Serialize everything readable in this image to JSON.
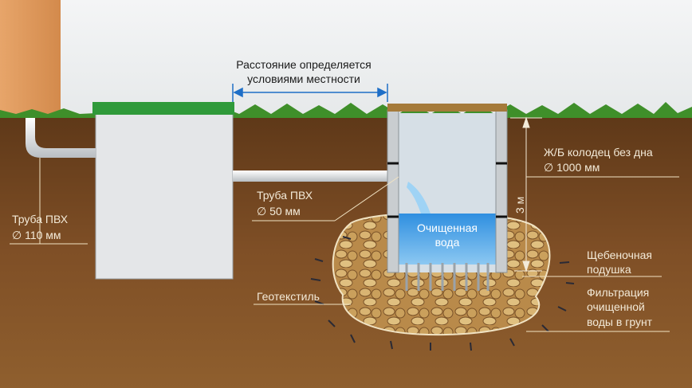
{
  "title_note": {
    "line1": "Расстояние определяется",
    "line2": "условиями местности"
  },
  "pipe_50": {
    "line1": "Труба ПВХ",
    "line2": "∅ 50 мм"
  },
  "pipe_110": {
    "line1": "Труба ПВХ",
    "line2": "∅ 110 мм"
  },
  "well": {
    "line1": "Ж/Б колодец без дна",
    "line2": "∅ 1000 мм"
  },
  "depth": "3 м",
  "clean_water": {
    "line1": "Очищенная",
    "line2": "вода"
  },
  "gravel": {
    "line1": "Щебеночная",
    "line2": "подушка"
  },
  "filtration": {
    "line1": "Фильтрация",
    "line2": "очищенной",
    "line3": "воды в грунт"
  },
  "geotextile": "Геотекстиль",
  "colors": {
    "soil": "#7a4a24",
    "grass": "#3f8f2a",
    "lid": "#2f9a3a",
    "water": "#4a9fe0",
    "concrete": "#e4e6e8"
  }
}
